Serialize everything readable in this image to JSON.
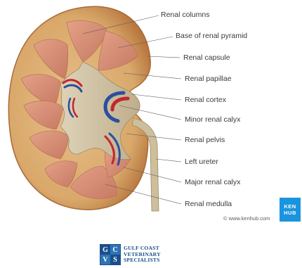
{
  "labels": {
    "renal_columns": "Renal columns",
    "base_of_renal_pyramid": "Base of renal pyramid",
    "renal_capsule": "Renal capsule",
    "renal_papillae": "Renal papillae",
    "renal_cortex": "Renal cortex",
    "minor_renal_calyx": "Minor renal calyx",
    "renal_pelvis": "Renal pelvis",
    "left_ureter": "Left ureter",
    "major_renal_calyx": "Major renal calyx",
    "renal_medulla": "Renal medulla"
  },
  "copyright": "© www.kenhub.com",
  "kenhub_badge": {
    "line1": "KEN",
    "line2": "HUB"
  },
  "gcvs_logo": {
    "mark": [
      "G",
      "C",
      "V",
      "S"
    ],
    "line1": "GULF COAST",
    "line2": "VETERINARY",
    "line3": "SPECIALISTS"
  },
  "colors": {
    "cortex": "#d9a86a",
    "medulla": "#d68a72",
    "pelvis": "#cfc2a4",
    "artery": "#c2272d",
    "vein": "#2a4f9e",
    "kenhub_blue": "#1a94de",
    "gcvs_blue": "#1b4f8c"
  }
}
